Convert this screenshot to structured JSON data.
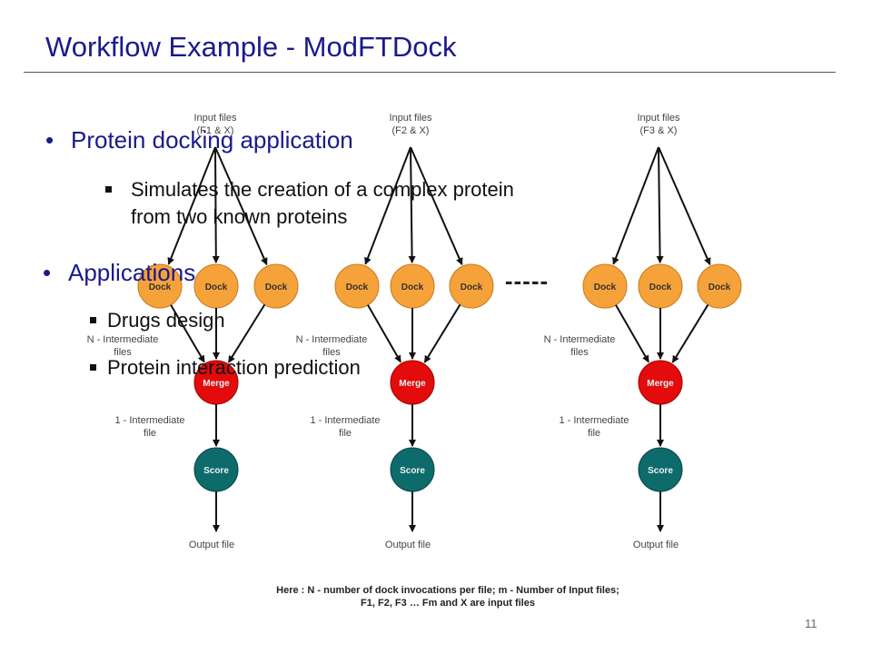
{
  "slide": {
    "title": "Workflow Example - ModFTDock",
    "page_number": "11"
  },
  "bullets": {
    "item1": "Protein docking application",
    "item1_sub": [
      "Simulates the creation of a complex protein",
      "from two known proteins"
    ],
    "item2": "Applications",
    "item2_subs": [
      "Drugs design",
      "Protein interaction prediction"
    ]
  },
  "diagram": {
    "workflows": [
      {
        "input": [
          "Input files",
          "(F1 & X)"
        ],
        "docks": [
          "Dock",
          "Dock",
          "Dock"
        ],
        "n_label": [
          "N - Intermediate",
          "files"
        ],
        "merge": "Merge",
        "one_label": [
          "1 - Intermediate",
          "file"
        ],
        "score": "Score",
        "output": "Output file"
      },
      {
        "input": [
          "Input files",
          "(F2 & X)"
        ],
        "docks": [
          "Dock",
          "Dock",
          "Dock"
        ],
        "n_label": [
          "N - Intermediate",
          "files"
        ],
        "merge": "Merge",
        "one_label": [
          "1 - Intermediate",
          "file"
        ],
        "score": "Score",
        "output": "Output file"
      },
      {
        "input": [
          "Input files",
          "(F3 & X)"
        ],
        "docks": [
          "Dock",
          "Dock",
          "Dock"
        ],
        "n_label": [
          "N - Intermediate",
          "files"
        ],
        "merge": "Merge",
        "one_label": [
          "1 - Intermediate",
          "file"
        ],
        "score": "Score",
        "output": "Output file"
      }
    ],
    "ellipsis": "-----",
    "caption": [
      "Here : N - number of dock invocations per file; m - Number of Input files;",
      "F1, F2, F3 … Fm and X are input files"
    ],
    "colors": {
      "dock": "#f6a23a",
      "merge": "#e30b0b",
      "score": "#0e6b6b",
      "arrow": "#111111"
    }
  }
}
